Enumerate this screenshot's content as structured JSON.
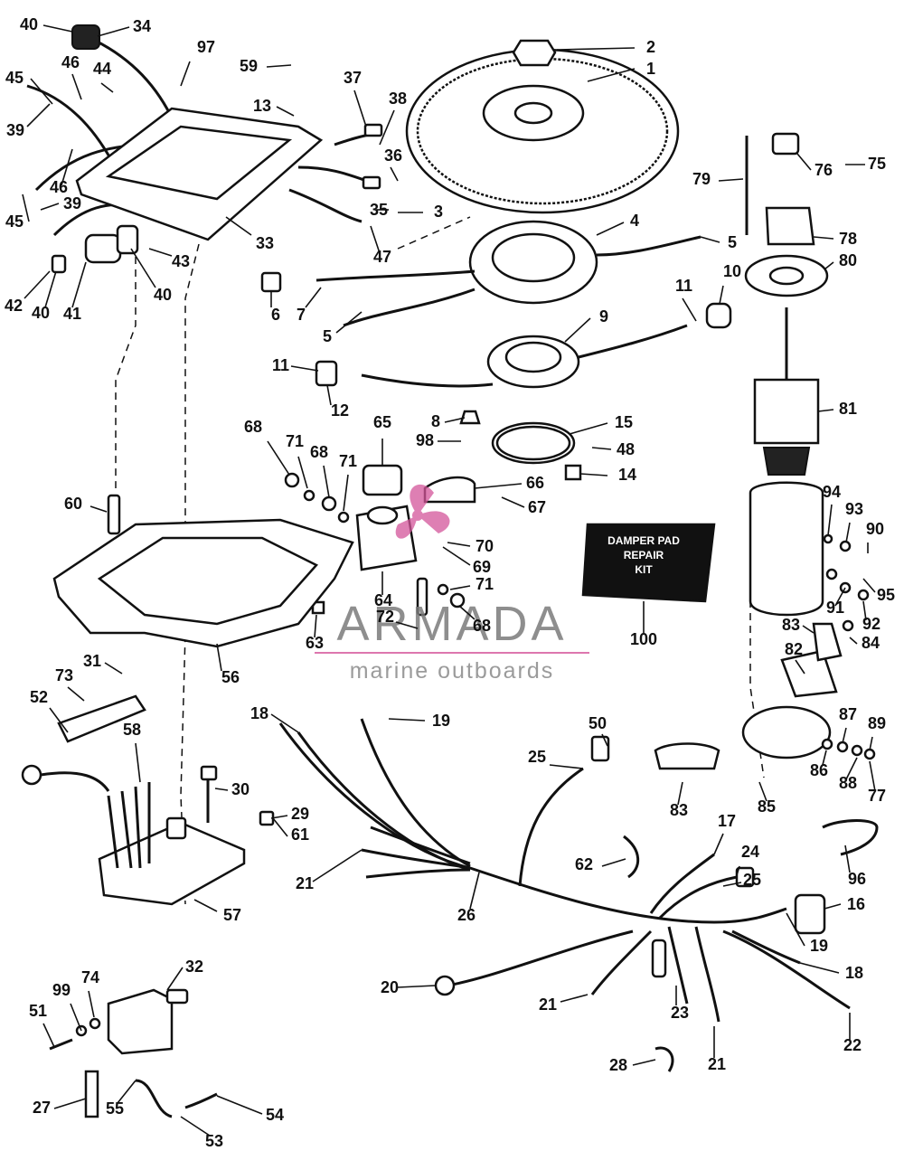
{
  "kit_label": [
    "DAMPER PAD",
    "REPAIR",
    "KIT"
  ],
  "brand": {
    "name": "ARMADA",
    "tagline": "marine outboards",
    "accent_color": "#d4559a"
  },
  "callouts": [
    "1",
    "2",
    "3",
    "4",
    "5",
    "5",
    "6",
    "7",
    "8",
    "9",
    "10",
    "11",
    "11",
    "12",
    "13",
    "14",
    "15",
    "16",
    "17",
    "18",
    "18",
    "19",
    "19",
    "20",
    "21",
    "21",
    "21",
    "22",
    "23",
    "24",
    "25",
    "25",
    "26",
    "27",
    "28",
    "29",
    "30",
    "31",
    "32",
    "33",
    "34",
    "35",
    "36",
    "37",
    "38",
    "39",
    "39",
    "40",
    "40",
    "40",
    "41",
    "42",
    "43",
    "44",
    "45",
    "45",
    "46",
    "46",
    "47",
    "48",
    "50",
    "51",
    "52",
    "53",
    "54",
    "55",
    "56",
    "57",
    "58",
    "59",
    "60",
    "61",
    "62",
    "63",
    "64",
    "65",
    "66",
    "67",
    "68",
    "68",
    "68",
    "69",
    "70",
    "71",
    "71",
    "71",
    "72",
    "73",
    "74",
    "75",
    "76",
    "77",
    "78",
    "79",
    "80",
    "81",
    "82",
    "83",
    "83",
    "84",
    "85",
    "86",
    "87",
    "88",
    "89",
    "90",
    "91",
    "92",
    "93",
    "94",
    "95",
    "96",
    "97",
    "98",
    "99",
    "100"
  ]
}
